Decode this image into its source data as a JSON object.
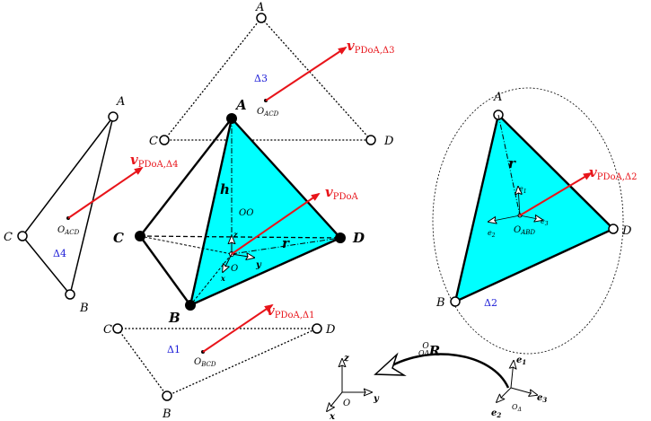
{
  "faces": {
    "f3": {
      "label": "Δ3",
      "A": "A",
      "C": "C",
      "D": "D",
      "center": "O",
      "center_sub": "ACD"
    },
    "f4": {
      "label": "Δ4",
      "A": "A",
      "C": "C",
      "B": "B",
      "center": "O",
      "center_sub": "ACD"
    },
    "f1": {
      "label": "Δ1",
      "C": "C",
      "D": "D",
      "B": "B",
      "center": "O",
      "center_sub": "BCD"
    },
    "f2": {
      "label": "Δ2",
      "A": "A",
      "B": "B",
      "D": "D",
      "center": "O",
      "center_sub": "ABD",
      "r": "r",
      "e1": "e",
      "e1_sub": "1",
      "e2": "e",
      "e2_sub": "2",
      "e3": "e",
      "e3_sub": "3"
    }
  },
  "tetra": {
    "A": "A",
    "B": "B",
    "C": "C",
    "D": "D",
    "h": "h",
    "OO": "OO",
    "r": "r",
    "O": "O",
    "x": "x",
    "y": "y",
    "z": "z"
  },
  "vectors": {
    "main": {
      "symbol": "v",
      "sub": "PDoA"
    },
    "d1": {
      "symbol": "v",
      "sub": "PDoA,Δ1"
    },
    "d2": {
      "symbol": "v",
      "sub": "PDoA,Δ2"
    },
    "d3": {
      "symbol": "v",
      "sub": "PDoA,Δ3"
    },
    "d4": {
      "symbol": "v",
      "sub": "PDoA,Δ4"
    }
  },
  "rotation": {
    "symbol": "R",
    "sup": "O",
    "sub": "OΔ",
    "left_frame": {
      "z": "z",
      "x": "x",
      "y": "y",
      "origin": "O"
    },
    "right_frame": {
      "e1": "e",
      "e1_sub": "1",
      "e2": "e",
      "e2_sub": "2",
      "e3": "e",
      "e3_sub": "3",
      "origin": "O",
      "origin_sub": "Δ"
    }
  },
  "colors": {
    "face_fill": "#00ffff",
    "vector": "#e8141a",
    "triangle_label": "#1a1ad6"
  }
}
